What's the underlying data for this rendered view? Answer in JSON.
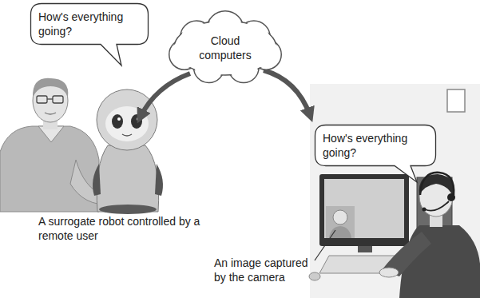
{
  "diagram": {
    "nodes": [
      {
        "text": [
          "How's everything going?"
        ]
      },
      {
        "text": [
          "Cloud computers"
        ]
      },
      {
        "text": [
          "How's everything going?"
        ]
      }
    ],
    "labels": [
      "A surrogate robot controlled by a remote user",
      "An image captured by the camera"
    ]
  }
}
